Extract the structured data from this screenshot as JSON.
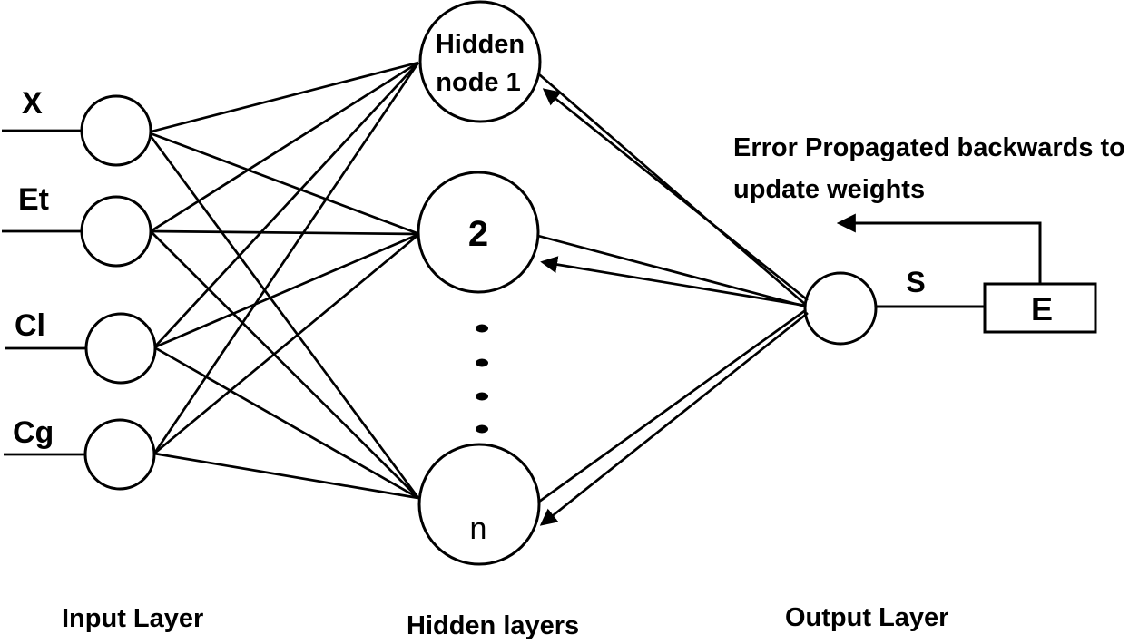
{
  "figure": {
    "type": "neural-network-diagram",
    "colors": {
      "stroke": "#000000",
      "background": "#ffffff"
    },
    "input_layer": {
      "label": "Input Layer",
      "nodes": [
        {
          "label": "X"
        },
        {
          "label": "Et"
        },
        {
          "label": "Cl"
        },
        {
          "label": "Cg"
        }
      ]
    },
    "hidden_layer": {
      "label": "Hidden layers",
      "node1": {
        "line1": "Hidden",
        "line2": "node 1"
      },
      "node2": {
        "label": "2"
      },
      "node_n": {
        "label": "n"
      },
      "ellipsis": "...."
    },
    "output_layer": {
      "label": "Output Layer",
      "signal_label": "S",
      "error_box": {
        "label": "E"
      }
    },
    "annotation": {
      "line1": "Error Propagated backwards to",
      "line2": "update weights"
    }
  }
}
